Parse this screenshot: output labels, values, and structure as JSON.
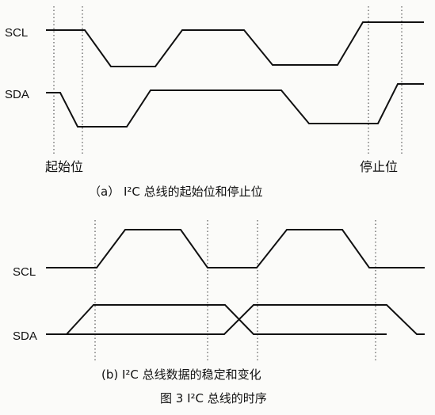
{
  "panel_a": {
    "scl_label": "SCL",
    "sda_label": "SDA",
    "start_label": "起始位",
    "stop_label": "停止位",
    "caption": "（a） I²C 总线的起始位和停止位"
  },
  "panel_b": {
    "scl_label": "SCL",
    "sda_label": "SDA",
    "caption": "(b)  I²C 总线数据的稳定和变化"
  },
  "figure_title": "图 3  I²C 总线的时序"
}
